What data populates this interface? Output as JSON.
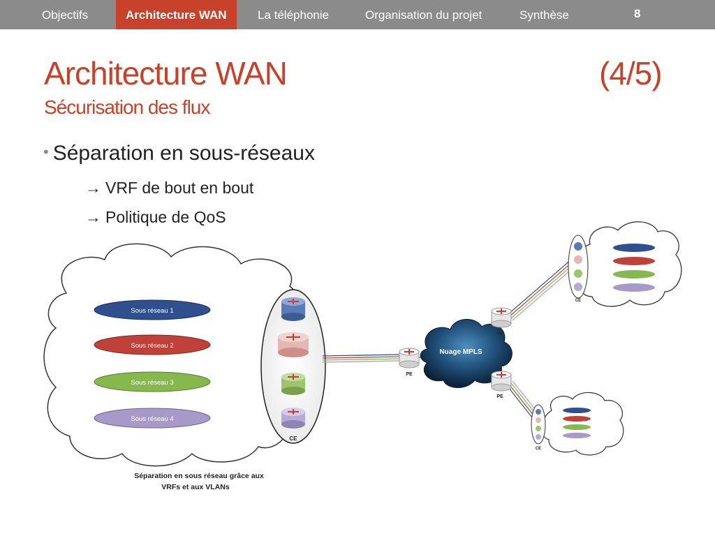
{
  "nav": {
    "items": [
      "Objectifs",
      "Architecture WAN",
      "La téléphonie",
      "Organisation du projet",
      "Synthèse"
    ],
    "active": "Architecture WAN",
    "slide_number": "8"
  },
  "title": "Architecture WAN",
  "page_indicator": "(4/5)",
  "subtitle": "Sécurisation des flux",
  "bullet": "Séparation en sous-réseaux",
  "sub_bullets": [
    "VRF de bout en bout",
    "Politique de QoS"
  ],
  "diagram": {
    "subnets": [
      "Sous réseau 1",
      "Sous réseau 2",
      "Sous réseau 3",
      "Sous réseau 4"
    ],
    "subnet_colors": [
      "#2f4f8f",
      "#c0413a",
      "#86b84e",
      "#a89ac8"
    ],
    "ce_label": "CE",
    "pe_label": "PE",
    "cloud_label": "Nuage MPLS",
    "caption_line1": "Séparation en sous réseau grâce aux",
    "caption_line2": "VRFs et aux VLANs"
  }
}
